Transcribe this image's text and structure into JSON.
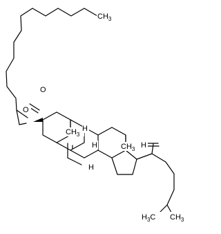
{
  "labels": {
    "ch3_top": {
      "main": "CH",
      "sub": "3"
    },
    "carbonyl_o": "O",
    "ester_o": "O",
    "ch3_c10": "CH",
    "ch3_c10_sub": "3",
    "h_c8": "H",
    "h_c9": "H",
    "h_c14": "H",
    "ch3_c13": "CH",
    "ch3_c13_sub": "3",
    "h_c20": "H",
    "ch3_bottom": {
      "main": "H",
      "sub": "3",
      "tail": "C"
    },
    "ch3_right": {
      "main": "CH",
      "sub": "3"
    }
  }
}
